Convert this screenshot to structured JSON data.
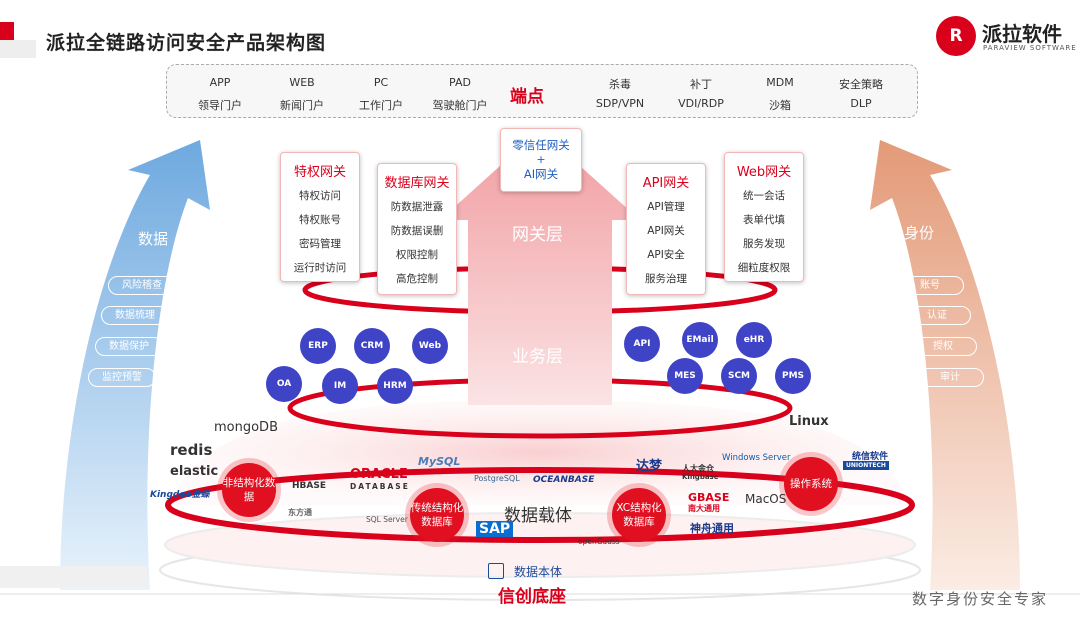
{
  "header": {
    "title": "派拉全链路访问安全产品架构图"
  },
  "logo": {
    "mark": "R",
    "name": "派拉软件",
    "sub": "PARAVIEW SOFTWARE"
  },
  "endpoint": {
    "center": "端点",
    "items": [
      {
        "top": "APP",
        "bottom": "领导门户"
      },
      {
        "top": "WEB",
        "bottom": "新闻门户"
      },
      {
        "top": "PC",
        "bottom": "工作门户"
      },
      {
        "top": "PAD",
        "bottom": "驾驶舱门户"
      },
      {
        "top": "杀毒",
        "bottom": "SDP/VPN"
      },
      {
        "top": "补丁",
        "bottom": "VDI/RDP"
      },
      {
        "top": "MDM",
        "bottom": "沙箱"
      },
      {
        "top": "安全策略",
        "bottom": "DLP"
      }
    ]
  },
  "gateway_layer": {
    "label": "网关层",
    "zero_trust": {
      "line1": "零信任网关",
      "line2": "+",
      "line3": "AI网关"
    },
    "boxes": [
      {
        "title": "特权网关",
        "items": [
          "特权访问",
          "特权账号",
          "密码管理",
          "运行时访问"
        ]
      },
      {
        "title": "数据库网关",
        "items": [
          "防数据泄露",
          "防数据误删",
          "权限控制",
          "高危控制"
        ]
      },
      {
        "title": "API网关",
        "items": [
          "API管理",
          "API网关",
          "API安全",
          "服务治理"
        ]
      },
      {
        "title": "Web网关",
        "items": [
          "统一会话",
          "表单代填",
          "服务发现",
          "细粒度权限"
        ]
      }
    ]
  },
  "business_layer": {
    "label": "业务层",
    "left_apps": [
      "ERP",
      "CRM",
      "Web",
      "OA",
      "IM",
      "HRM"
    ],
    "right_apps": [
      "API",
      "EMail",
      "eHR",
      "MES",
      "SCM",
      "PMS"
    ]
  },
  "data_arrow": {
    "label": "数据",
    "items": [
      "风险稽查",
      "数据梳理",
      "数据保护",
      "监控预警"
    ]
  },
  "identity_arrow": {
    "label": "身份",
    "items": [
      "账号",
      "认证",
      "授权",
      "审计"
    ]
  },
  "data_carrier": {
    "label": "数据载体",
    "nodes": [
      {
        "text": "非结构化数据"
      },
      {
        "text": "传统结构化数据库"
      },
      {
        "text": "XC结构化数据库"
      },
      {
        "text": "操作系统"
      }
    ],
    "brands": [
      "mongoDB",
      "redis",
      "elastic",
      "Kingdee金蝶",
      "HBASE",
      "东方通",
      "ORACLE",
      "DATABASE",
      "MySQL",
      "PostgreSQL",
      "OCEANBASE",
      "SQL Server",
      "SAP",
      "openGauss",
      "达梦",
      "人大金仓",
      "Kingbase",
      "GBASE",
      "南大通用",
      "神舟通用",
      "Windows Server",
      "MacOS",
      "Linux",
      "统信软件",
      "UNIONTECH"
    ]
  },
  "data_body": {
    "label": "数据本体"
  },
  "base": {
    "label": "信创底座"
  },
  "footer": {
    "slogan": "数字身份安全专家"
  },
  "colors": {
    "accent": "#d9001b",
    "data_arrow": "#7fb3e3",
    "identity_arrow": "#e8a587",
    "app_circle": "#3f43c5"
  }
}
